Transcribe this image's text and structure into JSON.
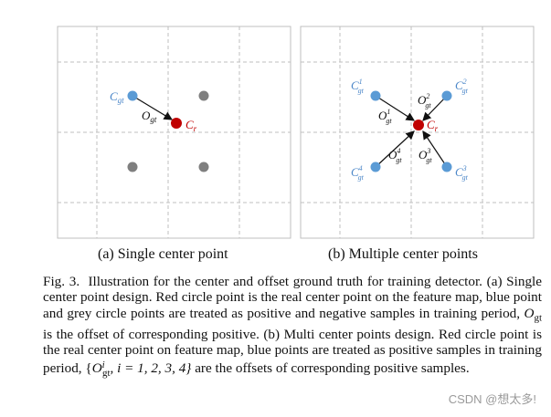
{
  "figure": {
    "panel_a": {
      "subcaption": "(a) Single center point",
      "labels": {
        "gt_base": "C",
        "gt_sub": "gt",
        "r_base": "C",
        "r_sub": "r",
        "offset_base": "O",
        "offset_sub": "gt"
      }
    },
    "panel_b": {
      "subcaption": "(b) Multiple center points",
      "labels": {
        "r_base": "C",
        "r_sub": "r",
        "gt_base": "C",
        "gt_sub": "gt",
        "offset_base": "O",
        "offset_sub": "gt",
        "indices": [
          "1",
          "2",
          "3",
          "4"
        ]
      }
    },
    "colors": {
      "red_point": "#c00000",
      "blue_point": "#5b9bd5",
      "grey_point": "#7f7f7f",
      "grid": "#bfbfbf",
      "label_blue": "#4a86c8",
      "label_red": "#c00000"
    }
  },
  "caption": {
    "label": "Fig. 3.",
    "part1": "Illustration for the center and offset ground truth for training detector. (a) Single center point design. Red circle point is the real center point on the feature map, blue point and grey circle points are treated as positive and negative samples in training period,",
    "o_base": "O",
    "o_sub": "gt",
    "part2": "is the offset of corresponding positive. (b) Multi center points design. Red circle point is the real center point on feature map, blue points are treated as positive samples in training period,",
    "set_open": "{",
    "set_cond": ", i = 1, 2, 3, 4}",
    "set_sup": "i",
    "part3": "are the offsets of corresponding positive samples."
  },
  "watermark": "CSDN @想太多!"
}
